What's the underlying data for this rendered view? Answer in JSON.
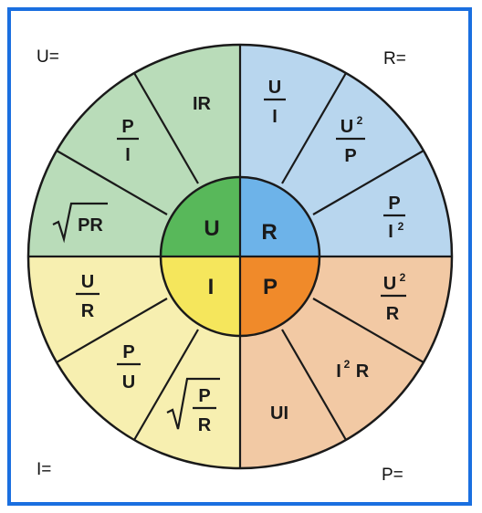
{
  "corners": {
    "top_left": "U=",
    "top_right": "R=",
    "bottom_left": "I=",
    "bottom_right": "P="
  },
  "core": {
    "u": "U",
    "r": "R",
    "i": "I",
    "p": "P"
  },
  "u_formulas": {
    "ir": "IR",
    "p_over_i_num": "P",
    "p_over_i_den": "I",
    "sqrt_pr": "PR"
  },
  "r_formulas": {
    "u_over_i_num": "U",
    "u_over_i_den": "I",
    "u2_over_p_num": "U",
    "u2_over_p_exp": "2",
    "u2_over_p_den": "P",
    "p_over_i2_num": "P",
    "p_over_i2_den": "I",
    "p_over_i2_exp": "2"
  },
  "p_formulas": {
    "u2_over_r_num": "U",
    "u2_over_r_exp": "2",
    "u2_over_r_den": "R",
    "i2r_base": "I",
    "i2r_exp": "2",
    "i2r_tail": "R",
    "ui": "UI"
  },
  "i_formulas": {
    "u_over_r_num": "U",
    "u_over_r_den": "R",
    "p_over_u_num": "P",
    "p_over_u_den": "U",
    "sqrt_p_over_r_num": "P",
    "sqrt_p_over_r_den": "R"
  },
  "colors": {
    "frame": "#1a6fe0",
    "u_outer": "#b9dcb9",
    "r_outer": "#b8d6ee",
    "p_outer": "#f2c9a4",
    "i_outer": "#f7efb0",
    "u_core": "#58b85a",
    "r_core": "#6db3e9",
    "p_core": "#f08a2a",
    "i_core": "#f5e65c"
  }
}
